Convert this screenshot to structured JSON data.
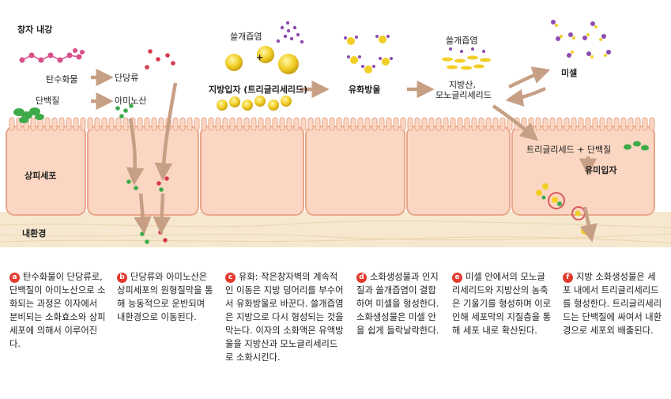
{
  "labels": {
    "lumen": "창자 내강",
    "carbohydrate": "탄수화물",
    "protein": "단백질",
    "monosaccharide": "단당류",
    "amino_acid": "아미노산",
    "bile_salt_1": "쓸개즙염",
    "plus_1": "+",
    "fat_particle": "지방입자 (트리글리세리드)",
    "emulsion": "유화방울",
    "bile_salt_2": "쓸개즙염",
    "fatty_acid": "지방산,",
    "monoglyceride": "모노글리세리드",
    "micelle": "미셀",
    "triglyceride_protein": "트리글리세드 + 단백질",
    "chylomicron": "유미입자",
    "epithelial_cell": "상피세포",
    "interstitial": "내환경"
  },
  "captions": [
    {
      "badge": "a",
      "text": "탄수화물이 단당류로, 단백질이 아미노산으로 소화되는 과정은 이자에서 분비되는 소화효소와 상피세포에 의해서 이루어진다."
    },
    {
      "badge": "b",
      "text": "단당류와 아미노산은 상피세포의 원형질막을 통해 능동적으로 운반되며 내환경으로 이동된다."
    },
    {
      "badge": "c",
      "text": "유화: 작은창자벽의 계속적인 이동은 지방 덩어리를 부수어서 유화방울로 바꾼다. 쓸개즙염은 지방으로 다시 형성되는 것을 막는다. 이자의 소화액은 유액방울을 지방산과 모노글리세리드로 소화시킨다."
    },
    {
      "badge": "d",
      "text": "소화생성물과 인지질과 쓸개즙염이 결합하여 미셀을 형성한다. 소화생성물은 미셀 안을 쉽게 들락날락한다."
    },
    {
      "badge": "e",
      "text": "미셀 안에서의 모노글리세리드와 지방산의 농축은 기울기를 형성하며 이로 인해 세포막의 지질층을 통해 세포 내로 확산된다."
    },
    {
      "badge": "f",
      "text": "지방 소화생성물은 세포 내에서 트리글리세리드를 형성한다. 트리글리세리드는 단백질에 싸여서 내환경으로 세포외 배출된다."
    }
  ],
  "colors": {
    "cell_fill": "#fbd7c3",
    "cell_edge": "#e8a68a",
    "interstitial": "#f6e8cf",
    "arrow": "#c79f84",
    "fat": "#f2cf26",
    "badge": "#e23b2e",
    "glucose": "#d63a4f",
    "aminoacid": "#3faa4a",
    "bile": "#8e4bb0"
  }
}
